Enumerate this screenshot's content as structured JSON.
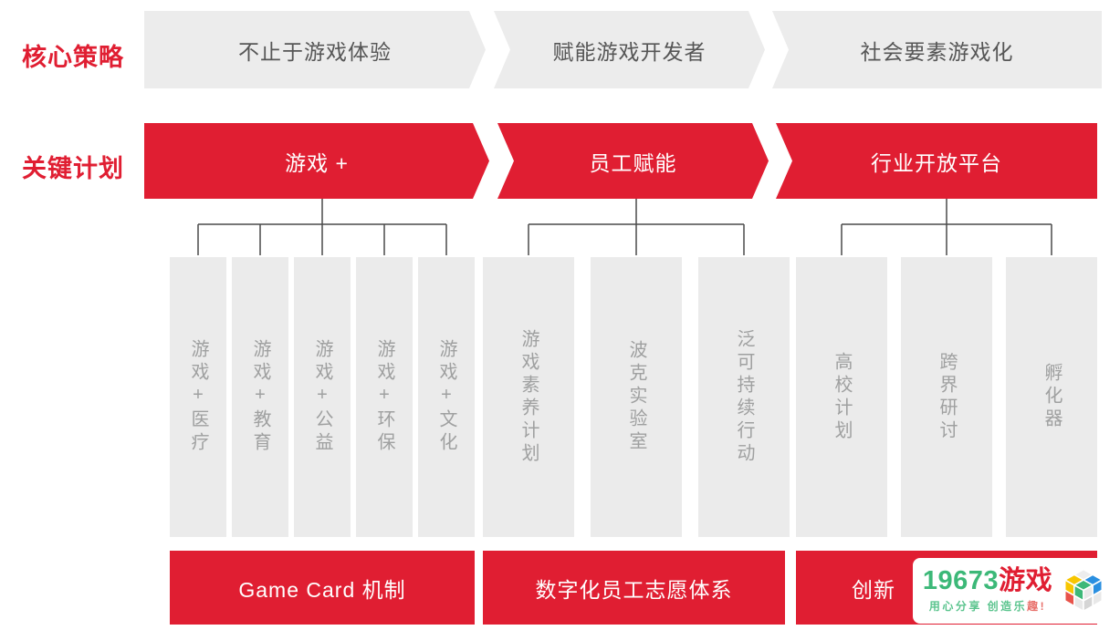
{
  "palette": {
    "red": "#E01E32",
    "band_gray": "#ECECEC",
    "pillar_gray": "#EBEBEB",
    "band_dark_text": "#565656",
    "pillar_text_gray": "#9FA0A0",
    "connector_line": "#4A4A4A",
    "logo_green": "#3CB878",
    "logo_red": "#E01E32",
    "cube_yellow": "#F7C600",
    "cube_blue": "#2A8FE0",
    "cube_green": "#3CB878",
    "cube_red": "#E8534A"
  },
  "strategy_row": {
    "label": "核心策略",
    "bands": [
      "不止于游戏体验",
      "赋能游戏开发者",
      "社会要素游戏化"
    ]
  },
  "program_row": {
    "label": "关键计划"
  },
  "groups": [
    {
      "program": "游戏 +",
      "columns": [
        "游戏+医疗",
        "游戏+教育",
        "游戏+公益",
        "游戏+环保",
        "游戏+文化"
      ],
      "bar": "Game Card 机制"
    },
    {
      "program": "员工赋能",
      "columns": [
        "游戏素养计划",
        "波克实验室",
        "泛可持续行动"
      ],
      "bar": "数字化员工志愿体系"
    },
    {
      "program": "行业开放平台",
      "columns": [
        "高校计划",
        "跨界研讨",
        "孵化器"
      ],
      "bar": "创新"
    }
  ],
  "watermark": {
    "brand_number": "19673",
    "brand_word": "游戏",
    "tagline_main": "用心分享 创造乐",
    "tagline_accent": "趣!"
  }
}
